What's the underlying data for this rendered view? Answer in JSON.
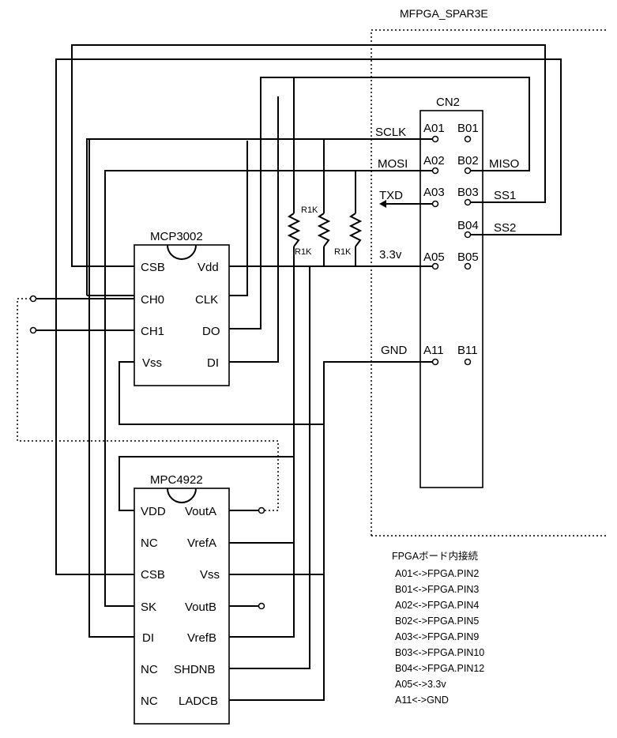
{
  "board_title": "MFPGA_SPAR3E",
  "connector": {
    "name": "CN2",
    "pins": [
      "A01",
      "B01",
      "A02",
      "B02",
      "A03",
      "B03",
      "B04",
      "A05",
      "B05",
      "A11",
      "B11"
    ]
  },
  "signals": {
    "sclk": "SCLK",
    "mosi": "MOSI",
    "miso": "MISO",
    "txd": "TXD",
    "ss1": "SS1",
    "ss2": "SS2",
    "v33": "3.3v",
    "gnd": "GND"
  },
  "adc": {
    "name": "MCP3002",
    "left_pins": [
      "CSB",
      "CH0",
      "CH1",
      "Vss"
    ],
    "right_pins": [
      "Vdd",
      "CLK",
      "DO",
      "DI"
    ]
  },
  "dac": {
    "name": "MPC4922",
    "left_pins": [
      "VDD",
      "NC",
      "CSB",
      "SK",
      "DI",
      "NC",
      "NC"
    ],
    "right_pins": [
      "VoutA",
      "VrefA",
      "Vss",
      "VoutB",
      "VrefB",
      "SHDNB",
      "LADCB"
    ]
  },
  "resistors": [
    "R1K",
    "R1K",
    "R1K"
  ],
  "notes": {
    "title": "FPGAボード内接続",
    "lines": [
      "A01<->FPGA.PIN2",
      "B01<->FPGA.PIN3",
      "A02<->FPGA.PIN4",
      "B02<->FPGA.PIN5",
      "A03<->FPGA.PIN9",
      "B03<->FPGA.PIN10",
      "B04<->FPGA.PIN12",
      "A05<->3.3v",
      "A11<->GND"
    ]
  }
}
